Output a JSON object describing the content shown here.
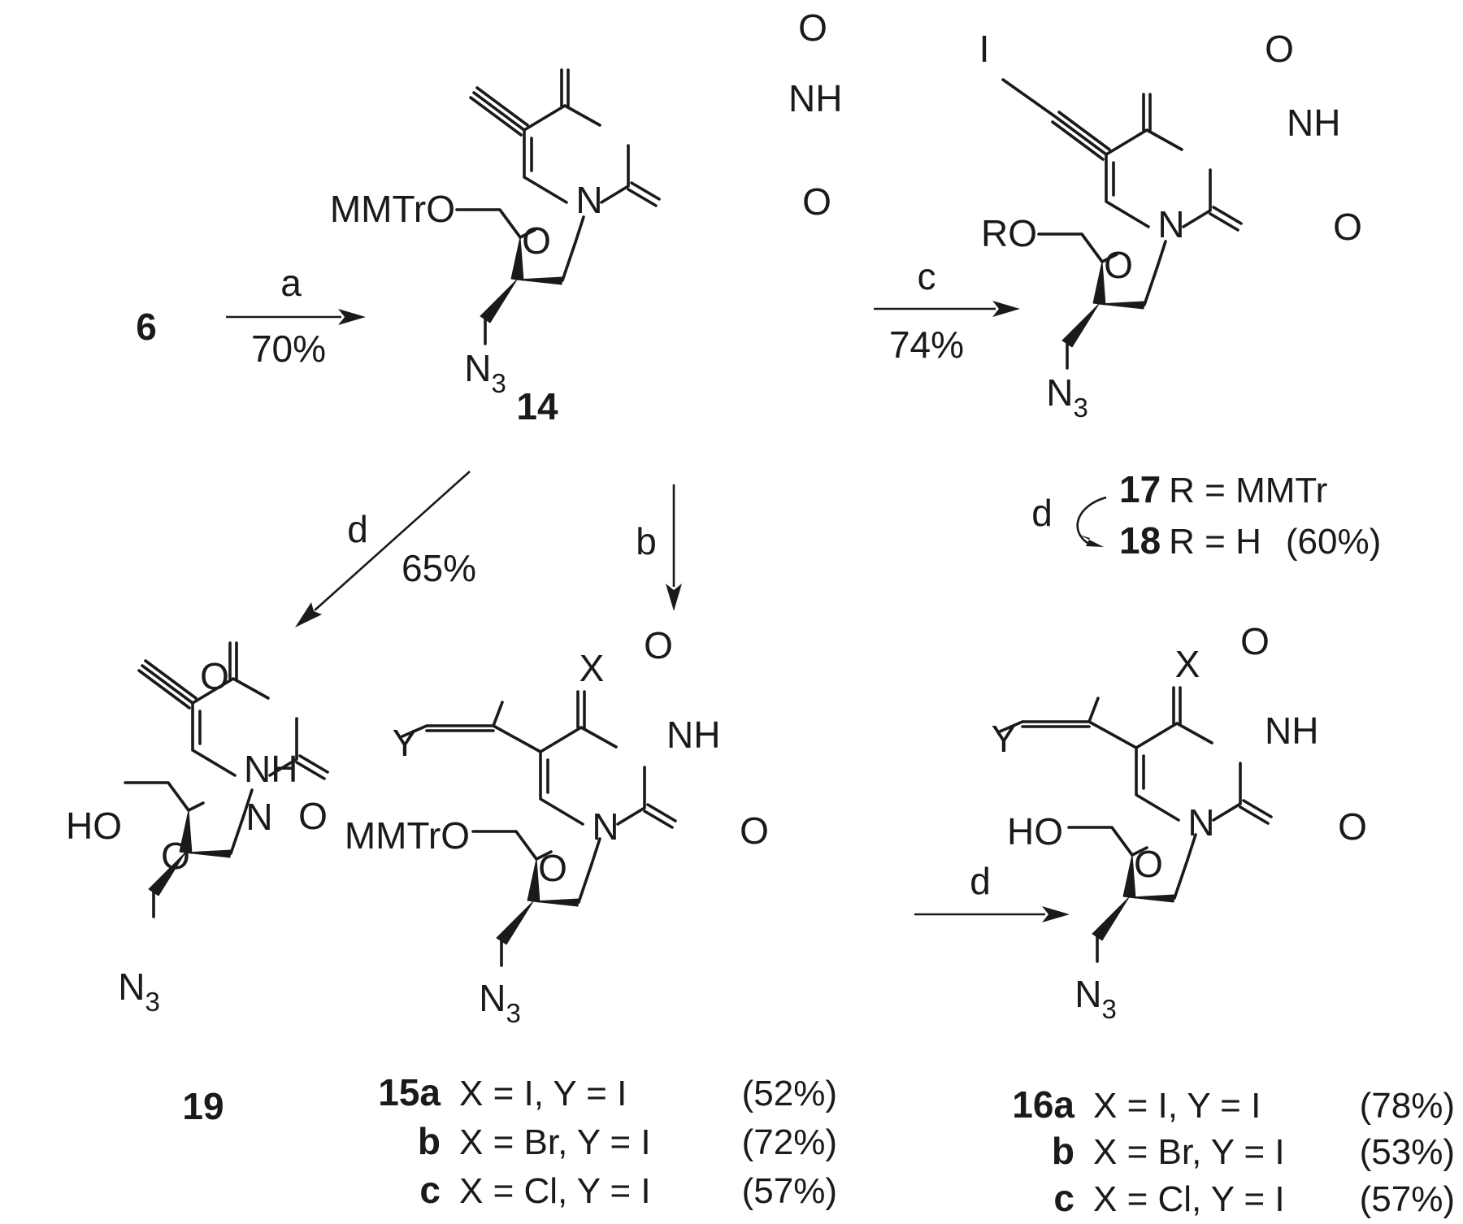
{
  "colors": {
    "ink": "#1a1a1a",
    "background": "#ffffff"
  },
  "start": {
    "label": "6"
  },
  "steps": {
    "a": {
      "reagent": "a",
      "yield": "70%"
    },
    "b": {
      "reagent": "b"
    },
    "c": {
      "reagent": "c",
      "yield": "74%"
    },
    "d_to_19": {
      "reagent": "d",
      "yield": "65%"
    },
    "d_17_18": {
      "reagent": "d"
    },
    "d_15_16": {
      "reagent": "d"
    }
  },
  "atoms": {
    "o": "O",
    "nh": "NH",
    "n": "N",
    "azide": "N",
    "azide_sub": "3",
    "mmtro": "MMTrO",
    "ro": "RO",
    "ho": "HO",
    "i": "I",
    "x": "X",
    "y": "Y"
  },
  "compounds": {
    "c14": {
      "number": "14"
    },
    "c19": {
      "number": "19"
    },
    "c17": {
      "number": "17",
      "text": "R = MMTr"
    },
    "c18": {
      "number": "18",
      "text": "R = H",
      "yield": "(60%)"
    },
    "c15": {
      "rows": [
        {
          "id": "15a",
          "x": "X = I, Y = I",
          "yield": "(52%)"
        },
        {
          "id": "b",
          "x": "X = Br, Y = I",
          "yield": "(72%)"
        },
        {
          "id": "c",
          "x": "X = Cl, Y = I",
          "yield": "(57%)"
        }
      ]
    },
    "c16": {
      "rows": [
        {
          "id": "16a",
          "x": "X = I, Y = I",
          "yield": "(78%)"
        },
        {
          "id": "b",
          "x": "X = Br, Y = I",
          "yield": "(53%)"
        },
        {
          "id": "c",
          "x": "X = Cl, Y = I",
          "yield": "(57%)"
        }
      ]
    }
  }
}
